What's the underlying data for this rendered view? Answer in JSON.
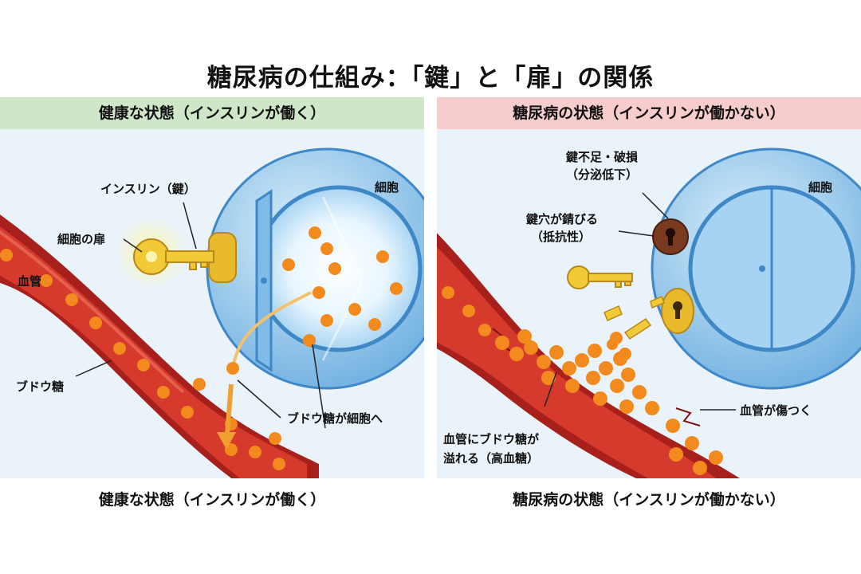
{
  "title": "糖尿病の仕組み：「鍵」と「扉」の関係",
  "left": {
    "header": "健康な状態（インスリンが働く）",
    "labels": {
      "insulin": "インスリン（鍵）",
      "cell_door": "細胞の扉",
      "cell": "細胞",
      "vessel": "血管",
      "glucose": "ブドウ糖",
      "glucose_to_cell": "ブドウ糖が細胞へ"
    },
    "caption": "健康な状態（インスリンが働く）"
  },
  "right": {
    "header": "糖尿病の状態（インスリンが働かない）",
    "labels": {
      "key_shortage_1": "鍵不足・破損",
      "key_shortage_2": "（分泌低下）",
      "keyhole_rust_1": "鍵穴が錆びる",
      "keyhole_rust_2": "（抵抗性）",
      "cell": "細胞",
      "vessel_damage": "血管が傷つく",
      "overflow_1": "血管にブドウ糖が",
      "overflow_2": "溢れる（高血糖）"
    },
    "caption": "糖尿病の状態（インスリンが働かない）"
  },
  "colors": {
    "glucose": "#f28a1e",
    "vessel": "#c7261f",
    "cell": "#8fc6ee",
    "key": "#e8b92b",
    "healthy_header": "#cfe6c8",
    "diabetic_header": "#f6cccc"
  }
}
